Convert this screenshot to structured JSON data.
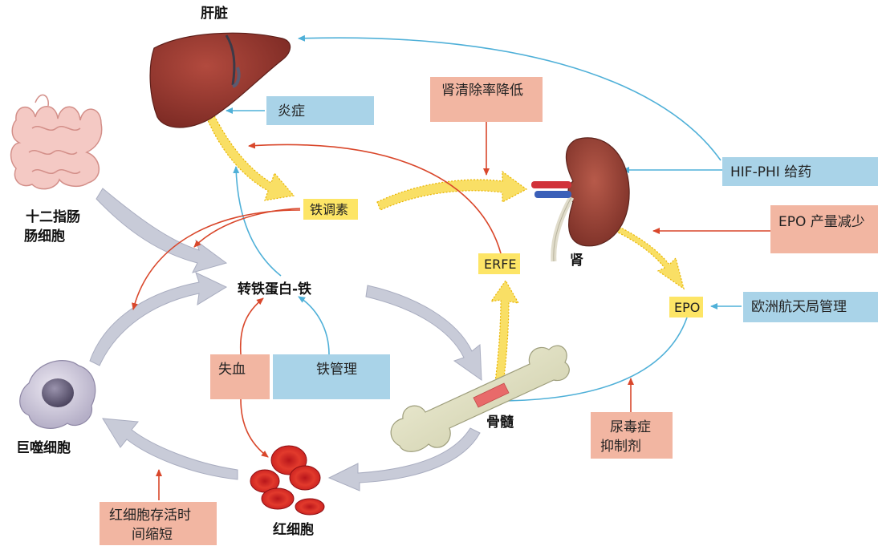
{
  "organs": {
    "liver": "肝脏",
    "duodenum_line1": "十二指肠",
    "duodenum_line2": "肠细胞",
    "kidney": "肾",
    "bone_marrow": "骨髓",
    "macrophage": "巨噬细胞",
    "rbc": "红细胞",
    "transferrin_iron": "转铁蛋白-铁"
  },
  "yellow_labels": {
    "hepcidin": "铁调素",
    "erfe": "ERFE",
    "epo": "EPO"
  },
  "boxes": {
    "inflammation": "炎症",
    "kidney_clearance": "肾清除率降低",
    "hif_phi": "HIF-PHI 给药",
    "epo_reduced": "EPO 产量减少",
    "ema": "欧洲航天局管理",
    "uremic_line1": "尿毒症",
    "uremic_line2": "抑制剂",
    "blood_loss": "失血",
    "iron_management": "铁管理",
    "rbc_survival_line1": "红细胞存活时",
    "rbc_survival_line2": "间缩短"
  },
  "colors": {
    "salmon_box": "#f2b6a2",
    "blue_box": "#a9d3e8",
    "yellow_label": "#fde566",
    "red_arrow": "#d9472b",
    "blue_arrow": "#4fb0d8",
    "gray_arrow": "#c8cbd8",
    "yellow_arrow": "#f8d94a"
  }
}
